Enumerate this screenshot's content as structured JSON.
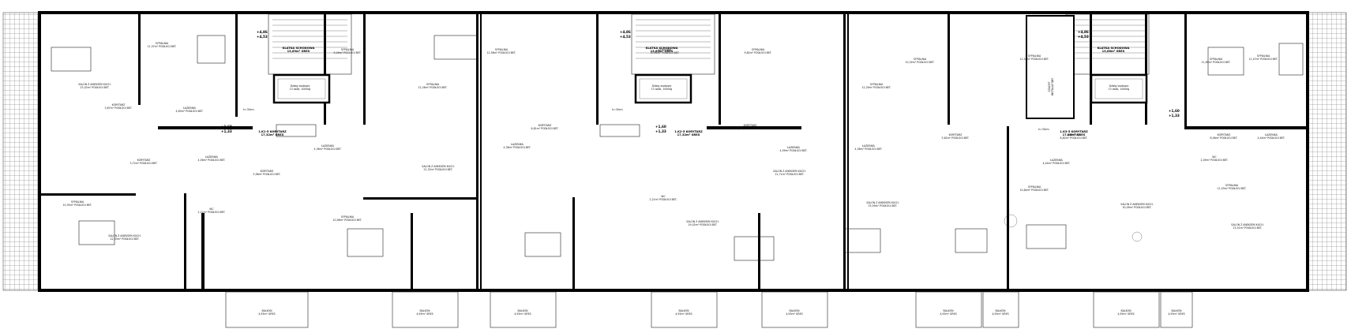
{
  "rooms": [
    {
      "id": "r1",
      "lines": [
        "SYPIALNIA",
        "11,37m² PODŁOGI BET."
      ]
    },
    {
      "id": "r2",
      "lines": [
        "SALON Z ANEKSEM KUCH.",
        "23,02m² PODŁOGI BET."
      ]
    },
    {
      "id": "r3",
      "lines": [
        "KORYTARZ",
        "3,67m² PODŁOGI BET."
      ]
    },
    {
      "id": "r4",
      "lines": [
        "ŁAZIENKA",
        "4,83m² PODŁOGI BET."
      ]
    },
    {
      "id": "r5",
      "lines": [
        "SYPIALNIA",
        "10,35m² PODŁOGI BET."
      ]
    },
    {
      "id": "r6",
      "lines": [
        "KORYTARZ",
        "3,72m² PODŁOGI BET."
      ]
    },
    {
      "id": "r7",
      "lines": [
        "SALON Z ANEKSEM KUCH.",
        "22,33m² PODŁOGI BET."
      ]
    },
    {
      "id": "r8",
      "lines": [
        "ŁAZIENKA",
        "4,56m² PODŁOGI BET."
      ]
    },
    {
      "id": "r9",
      "lines": [
        "WC",
        "2,12m² PODŁOGI BET."
      ]
    },
    {
      "id": "r10",
      "lines": [
        "SYPIALNIA",
        "9,49m² PODŁOGI BET."
      ]
    },
    {
      "id": "r11",
      "lines": [
        "SYPIALNIA",
        "12,26m² PODŁOGI BET."
      ]
    },
    {
      "id": "r12",
      "lines": [
        "KORYTARZ",
        "5,96m² PODŁOGI BET."
      ]
    },
    {
      "id": "r13",
      "lines": [
        "ŁAZIENKA",
        "4,36m² PODŁOGI BET."
      ]
    },
    {
      "id": "r14",
      "lines": [
        "SALON Z ANEKSEM KUCH.",
        "21,32m² PODŁOGI BET."
      ]
    },
    {
      "id": "r15",
      "lines": [
        "SYPIALNIA",
        "10,98m² PODŁOGI BET."
      ]
    },
    {
      "id": "r16",
      "lines": [
        "SYPIALNIA",
        "12,58m² PODŁOGI BET."
      ]
    },
    {
      "id": "r17",
      "lines": [
        "KORYTARZ",
        "6,81m² PODŁOGI BET."
      ]
    },
    {
      "id": "r18",
      "lines": [
        "ŁAZIENKA",
        "4,36m² PODŁOGI BET."
      ]
    },
    {
      "id": "r19",
      "lines": [
        "SALON Z ANEKSEM KUCH.",
        "19,02m² PODŁOGI BET."
      ]
    },
    {
      "id": "r20",
      "lines": [
        "SYPIALNIA",
        "10,94m² PODŁOGI BET."
      ]
    },
    {
      "id": "r21",
      "lines": [
        "SYPIALNIA",
        "9,82m² PODŁOGI BET."
      ]
    },
    {
      "id": "r22",
      "lines": [
        "KORYTARZ",
        "5,63m² PODŁOGI BET."
      ]
    },
    {
      "id": "r23",
      "lines": [
        "ŁAZIENKA",
        "4,59m² PODŁOGI BET."
      ]
    },
    {
      "id": "r24",
      "lines": [
        "WC",
        "2,21m² PODŁOGI BET."
      ]
    },
    {
      "id": "r25",
      "lines": [
        "SALON Z ANEKSEM KUCH.",
        "21,71m² PODŁOGI BET."
      ]
    },
    {
      "id": "r26",
      "lines": [
        "SYPIALNIA",
        "12,29m² PODŁOGI BET."
      ]
    },
    {
      "id": "r27",
      "lines": [
        "SYPIALNIA",
        "10,32m² PODŁOGI BET."
      ]
    },
    {
      "id": "r28",
      "lines": [
        "ŁAZIENKA",
        "4,38m² PODŁOGI BET."
      ]
    },
    {
      "id": "r29",
      "lines": [
        "KORYTARZ",
        "5,62m² PODŁOGI BET."
      ]
    },
    {
      "id": "r30",
      "lines": [
        "SALON Z ANEKSEM KUCH.",
        "33,59m² PODŁOGI BET."
      ]
    },
    {
      "id": "r31",
      "lines": [
        "SYPIALNIA",
        "10,84m² PODŁOGI BET."
      ]
    },
    {
      "id": "r32",
      "lines": [
        "SYPIALNIA",
        "12,58m² PODŁOGI BET."
      ]
    },
    {
      "id": "r33",
      "lines": [
        "KORYTARZ",
        "6,82m² PODŁOGI BET."
      ]
    },
    {
      "id": "r34",
      "lines": [
        "ŁAZIENKA",
        "4,44m² PODŁOGI BET."
      ]
    },
    {
      "id": "r35",
      "lines": [
        "SALON Z ANEKSEM KUCH.",
        "30,09m² PODŁOGI BET."
      ]
    },
    {
      "id": "r36",
      "lines": [
        "SYPIALNIA",
        "11,65m² PODŁOGI BET."
      ]
    },
    {
      "id": "r37",
      "lines": [
        "SYPIALNIA",
        "11,47m² PODŁOGI BET."
      ]
    },
    {
      "id": "r38",
      "lines": [
        "KORYTARZ",
        "8,06m² PODŁOGI BET."
      ]
    },
    {
      "id": "r39",
      "lines": [
        "ŁAZIENKA",
        "4,44m² PODŁOGI BET."
      ]
    },
    {
      "id": "r40",
      "lines": [
        "SALON Z ANEKSEM KUCH.",
        "23,51m² PODŁOGI BET."
      ]
    },
    {
      "id": "r41",
      "lines": [
        "WC",
        "2,09m² PODŁOGI BET."
      ]
    },
    {
      "id": "r42",
      "lines": [
        "SYPIALNIA",
        "11,03m² PODŁOGI BET."
      ]
    }
  ],
  "staircases": [
    {
      "id": "s1",
      "corridor": [
        "1.K1-5 KORYTARZ",
        "17,32m² GRES"
      ],
      "stair": [
        "KLATKA SCHODOWA",
        "13,69m² GRES"
      ],
      "lift": [
        "Dźwig osobowy",
        "13 osób, 1000kg"
      ],
      "elev_top": [
        "+4,86",
        "+4,53"
      ],
      "elev_mid": [
        "+1,60",
        "+1,33"
      ],
      "dim": "h=30cm"
    },
    {
      "id": "s2",
      "corridor": [
        "1.K2-5 KORYTARZ",
        "17,32m² GRES"
      ],
      "stair": [
        "KLATKA SCHODOWA",
        "13,69m² GRES"
      ],
      "lift": [
        "Dźwig osobowy",
        "13 osób, 1000kg"
      ],
      "elev_top": [
        "+4,86",
        "+4,53"
      ],
      "elev_mid": [
        "+1,60",
        "+1,33"
      ],
      "dim": "h=30cm"
    },
    {
      "id": "s3",
      "corridor": [
        "1.K3-5 KORYTARZ",
        "17,10m² GRES"
      ],
      "stair": [
        "KLATKA SCHODOWA",
        "13,66m² GRES"
      ],
      "lift": [
        "Dźwig osobowy",
        "13 osób, 1000kg"
      ],
      "elev_top": [
        "+4,86",
        "+4,53"
      ],
      "elev_mid": [
        "+1,60",
        "+1,33"
      ],
      "dim": "h=30cm"
    }
  ],
  "balconies": [
    {
      "id": "b1",
      "lines": [
        "BALKON",
        "4,95m² GRES"
      ]
    },
    {
      "id": "b2",
      "lines": [
        "BALKON",
        "4,95m² GRES"
      ]
    },
    {
      "id": "b3",
      "lines": [
        "BALKON",
        "4,95m² GRES"
      ]
    },
    {
      "id": "b4",
      "lines": [
        "BALKON",
        "4,95m² GRES"
      ]
    },
    {
      "id": "b5",
      "lines": [
        "BALKON",
        "4,95m² GRES"
      ]
    },
    {
      "id": "b6",
      "lines": [
        "BALKON",
        "4,95m² GRES"
      ]
    },
    {
      "id": "b7",
      "lines": [
        "BALKON",
        "4,95m² GRES"
      ]
    },
    {
      "id": "b8",
      "lines": [
        "BALKON",
        "4,95m² GRES"
      ]
    },
    {
      "id": "b9",
      "lines": [
        "BALKON",
        "4,95m² GRES"
      ]
    }
  ],
  "shaft_label": [
    "SZACHT",
    "INSTALACYJNY"
  ],
  "colors": {
    "wall": "#000000",
    "line": "#222222",
    "paper": "#ffffff",
    "hatch": "#555555"
  }
}
